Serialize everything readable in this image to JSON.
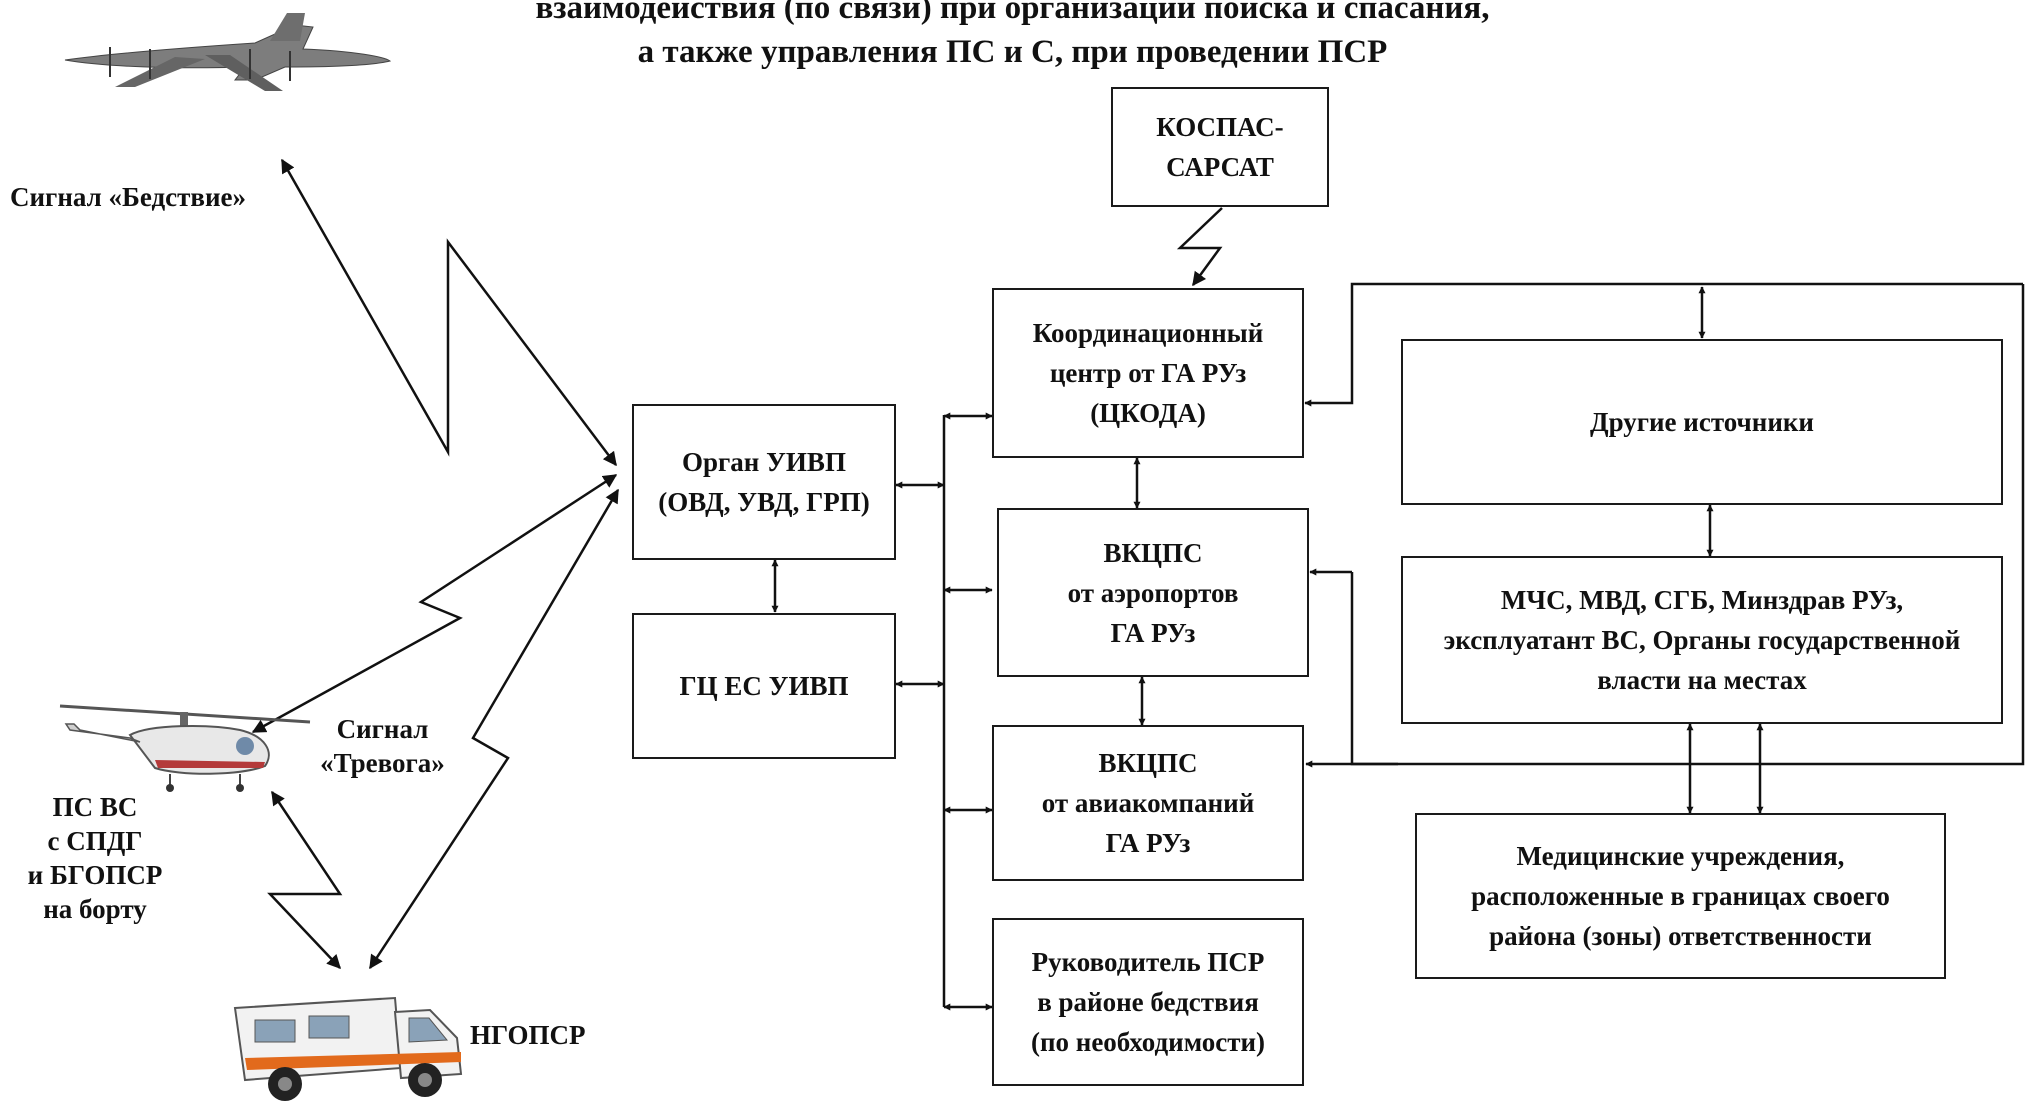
{
  "title": {
    "line1": "взаимодействия (по связи) при организации поиска и спасания,",
    "line2": "а также управления ПС и С, при проведении ПСР"
  },
  "labels": {
    "signal_distress": "Сигнал «Бедствие»",
    "signal_alarm": "Сигнал\n«Тревога»",
    "ps_vs": "ПС ВС\nс СПДГ\nи БГОПСР\nна борту",
    "ngopsr": "НГОПСР"
  },
  "boxes": {
    "kospas": "КОСПАС-\nСАРСАТ",
    "ckoda": "Координационный\nцентр от ГА РУз\n(ЦКОДА)",
    "organ_uivp": "Орган УИВП\n(ОВД, УВД, ГРП)",
    "gc_es_uivp": "ГЦ ЕС УИВП",
    "vkcps_airports": "ВКЦПС\nот аэропортов\nГА РУз",
    "vkcps_airlines": "ВКЦПС\nот авиакомпаний\nГА РУз",
    "rukovoditel": "Руководитель ПСР\nв районе бедствия\n(по необходимости)",
    "other_sources": "Другие источники",
    "mchs": "МЧС, МВД, СГБ, Минздрав РУз,\nэксплуатант ВС, Органы государственной\nвласти на местах",
    "medical": "Медицинские учреждения,\nрасположенные в границах своего\nрайона (зоны) ответственности"
  },
  "icons": {
    "aircraft": "transport-aircraft-icon",
    "helicopter": "helicopter-icon",
    "rescue_vehicle": "rescue-truck-icon"
  }
}
